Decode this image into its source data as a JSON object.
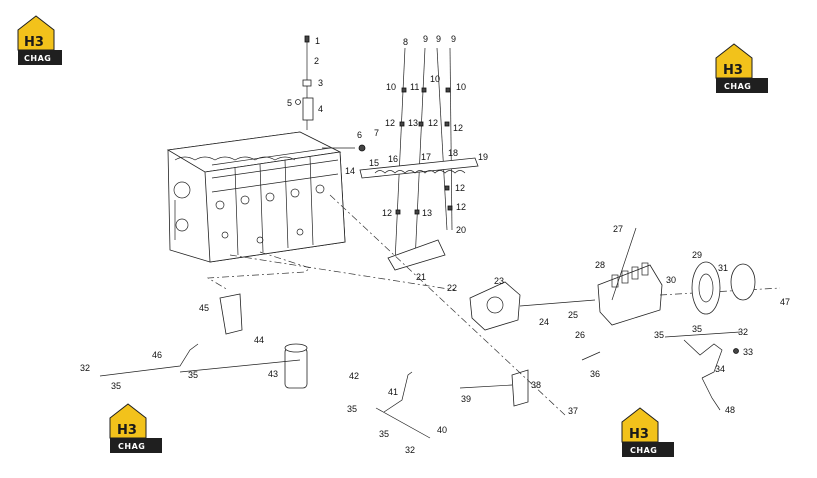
{
  "colors": {
    "logo_yellow": "#f2c21b",
    "logo_dark": "#1f1f1f",
    "line": "#222222"
  },
  "logos": [
    {
      "top": "H3",
      "bottom": "CHAG"
    },
    {
      "top": "H3",
      "bottom": "CHAG"
    },
    {
      "top": "H3",
      "bottom": "CHAG"
    },
    {
      "top": "H3",
      "bottom": "CHAG"
    }
  ],
  "callouts": [
    "1",
    "2",
    "3",
    "5",
    "4",
    "6",
    "7",
    "8",
    "9",
    "9",
    "9",
    "10",
    "11",
    "10",
    "10",
    "12",
    "13",
    "12",
    "12",
    "14",
    "15",
    "16",
    "17",
    "18",
    "19",
    "12",
    "12",
    "13",
    "12",
    "20",
    "21",
    "22",
    "23",
    "24",
    "25",
    "26",
    "27",
    "28",
    "29",
    "30",
    "31",
    "47",
    "45",
    "44",
    "46",
    "32",
    "35",
    "35",
    "43",
    "42",
    "41",
    "35",
    "35",
    "40",
    "32",
    "39",
    "38",
    "36",
    "37",
    "35",
    "35",
    "32",
    "33",
    "34",
    "48"
  ]
}
